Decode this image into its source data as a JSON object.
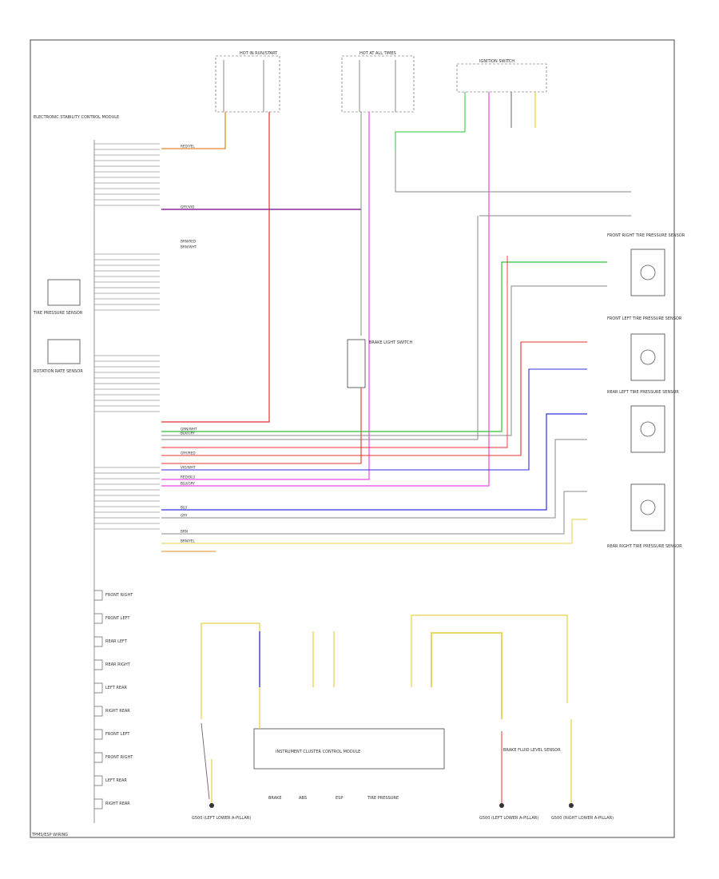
{
  "labels": {
    "fuse_top1": "HOT IN RUN/START",
    "fuse_top2": "HOT AT ALL TIMES",
    "left_module": "ELECTRONIC STABILITY CONTROL MODULE",
    "tire_pressure_sensor": "TIRE PRESSURE SENSOR",
    "rotation_rate_sensor": "ROTATION RATE SENSOR",
    "ign_switch": "IGNITION SWITCH",
    "brake_light_switch": "BRAKE LIGHT SWITCH",
    "front_right_sensor": "FRONT RIGHT TIRE PRESSURE SENSOR",
    "front_left_sensor": "FRONT LEFT TIRE PRESSURE SENSOR",
    "rear_left_sensor": "REAR LEFT TIRE PRESSURE SENSOR",
    "rear_right_sensor": "REAR RIGHT TIRE PRESSURE SENSOR",
    "cluster": "INSTRUMENT CLUSTER CONTROL MODULE",
    "brake_fluid": "BRAKE FLUID LEVEL SENSOR",
    "bottom_ground1": "G500 (LEFT LOWER A-PILLAR)",
    "bottom_ground2": "G500 (LEFT LOWER A-PILLAR)",
    "bottom_ground3": "G500 (RIGHT LOWER A-PILLAR)",
    "warn_brake": "BRAKE",
    "warn_abs": "ABS",
    "warn_esp": "ESP",
    "warn_tire": "TIRE PRESSURE",
    "footer": "TPMS/ESP WIRING"
  },
  "left_components": [
    "FRONT RIGHT",
    "FRONT LEFT",
    "REAR LEFT",
    "REAR RIGHT",
    "LEFT REAR",
    "RIGHT REAR",
    "FRONT LEFT",
    "FRONT RIGHT",
    "LEFT REAR",
    "RIGHT REAR"
  ],
  "wire_labels": [
    "RED/YEL",
    "GRY/VIO",
    "BRN/RED",
    "BRN/WHT",
    "GRN/WHT",
    "BLK/GRY",
    "GRY/RED",
    "VIO/WHT",
    "RED/BLU",
    "BLU/GRY",
    "BLU",
    "GRY",
    "BRN",
    "BRN/YEL"
  ],
  "colors": {
    "green": "#2fc33a",
    "red": "#e83030",
    "magenta": "#e64ce6",
    "purple": "#8a2a9c",
    "blue": "#3030e0",
    "yellow": "#e6d24c",
    "orange": "#e08a2a",
    "gray": "#8a8a8a",
    "black": "#222222"
  }
}
